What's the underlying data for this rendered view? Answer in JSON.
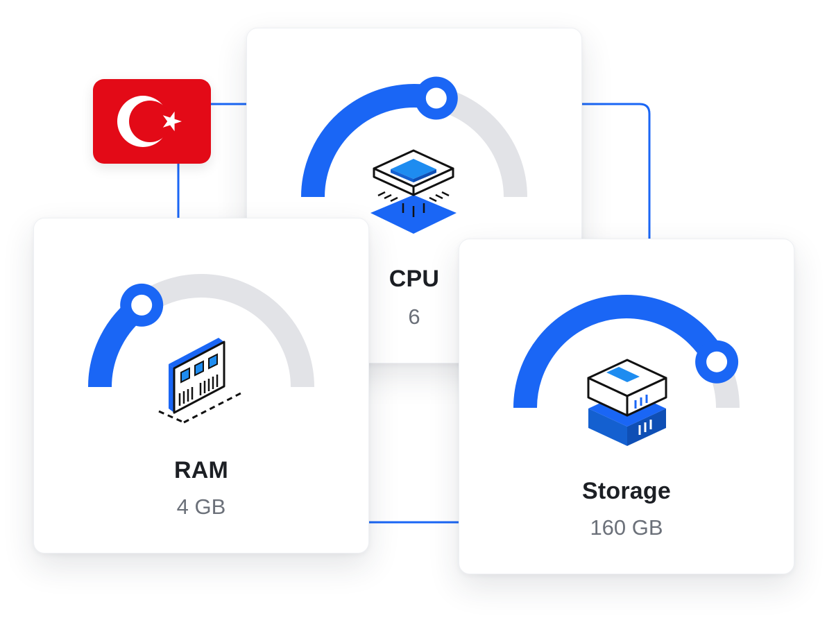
{
  "location": {
    "country_flag": "turkey-flag-icon",
    "flag_colors": {
      "red": "#e30a17",
      "white": "#ffffff"
    }
  },
  "colors": {
    "accent": "#1a66f5",
    "track": "#e2e3e7",
    "title": "#1c1f24",
    "value": "#6b7079"
  },
  "cards": {
    "cpu": {
      "title": "CPU",
      "value": "6",
      "icon": "cpu-chip-icon",
      "gauge_fraction": 0.57
    },
    "ram": {
      "title": "RAM",
      "value": "4 GB",
      "icon": "ram-module-icon",
      "gauge_fraction": 0.3
    },
    "storage": {
      "title": "Storage",
      "value": "160 GB",
      "icon": "storage-drive-icon",
      "gauge_fraction": 0.85
    }
  }
}
